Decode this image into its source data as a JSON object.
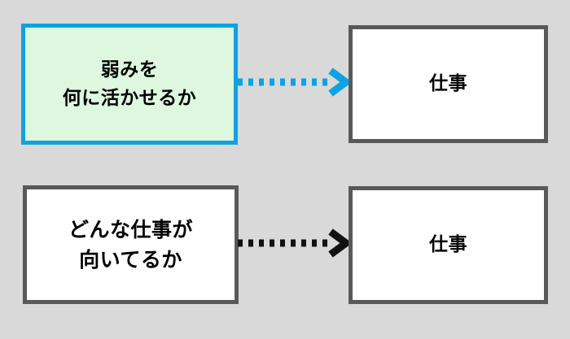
{
  "diagram": {
    "title": "Strengths vs job-fit comparison diagram",
    "background_color": "#d9d9d9",
    "nodes": [
      {
        "id": "source-highlighted",
        "role": "source",
        "highlighted": true,
        "lines": [
          "弱みを",
          "何に活かせるか"
        ],
        "fill_color": "#ddf8df",
        "border_color": "#0fa2e3",
        "text_color": "#000000"
      },
      {
        "id": "target-top",
        "role": "target",
        "highlighted": false,
        "lines": [
          "仕事"
        ],
        "fill_color": "#ffffff",
        "border_color": "#595959",
        "text_color": "#000000"
      },
      {
        "id": "source-plain",
        "role": "source",
        "highlighted": false,
        "lines": [
          "どんな仕事が",
          "向いてるか"
        ],
        "fill_color": "#ffffff",
        "border_color": "#595959",
        "text_color": "#000000"
      },
      {
        "id": "target-bottom",
        "role": "target",
        "highlighted": false,
        "lines": [
          "仕事"
        ],
        "fill_color": "#ffffff",
        "border_color": "#595959",
        "text_color": "#000000"
      }
    ],
    "connectors": [
      {
        "id": "connector-top",
        "from": "source-highlighted",
        "to": "target-top",
        "style": "dotted",
        "direction": "right",
        "color": "#0fa2e3",
        "label": ""
      },
      {
        "id": "connector-bottom",
        "from": "source-plain",
        "to": "target-bottom",
        "style": "dotted",
        "direction": "right",
        "color": "#111111",
        "label": ""
      }
    ]
  }
}
